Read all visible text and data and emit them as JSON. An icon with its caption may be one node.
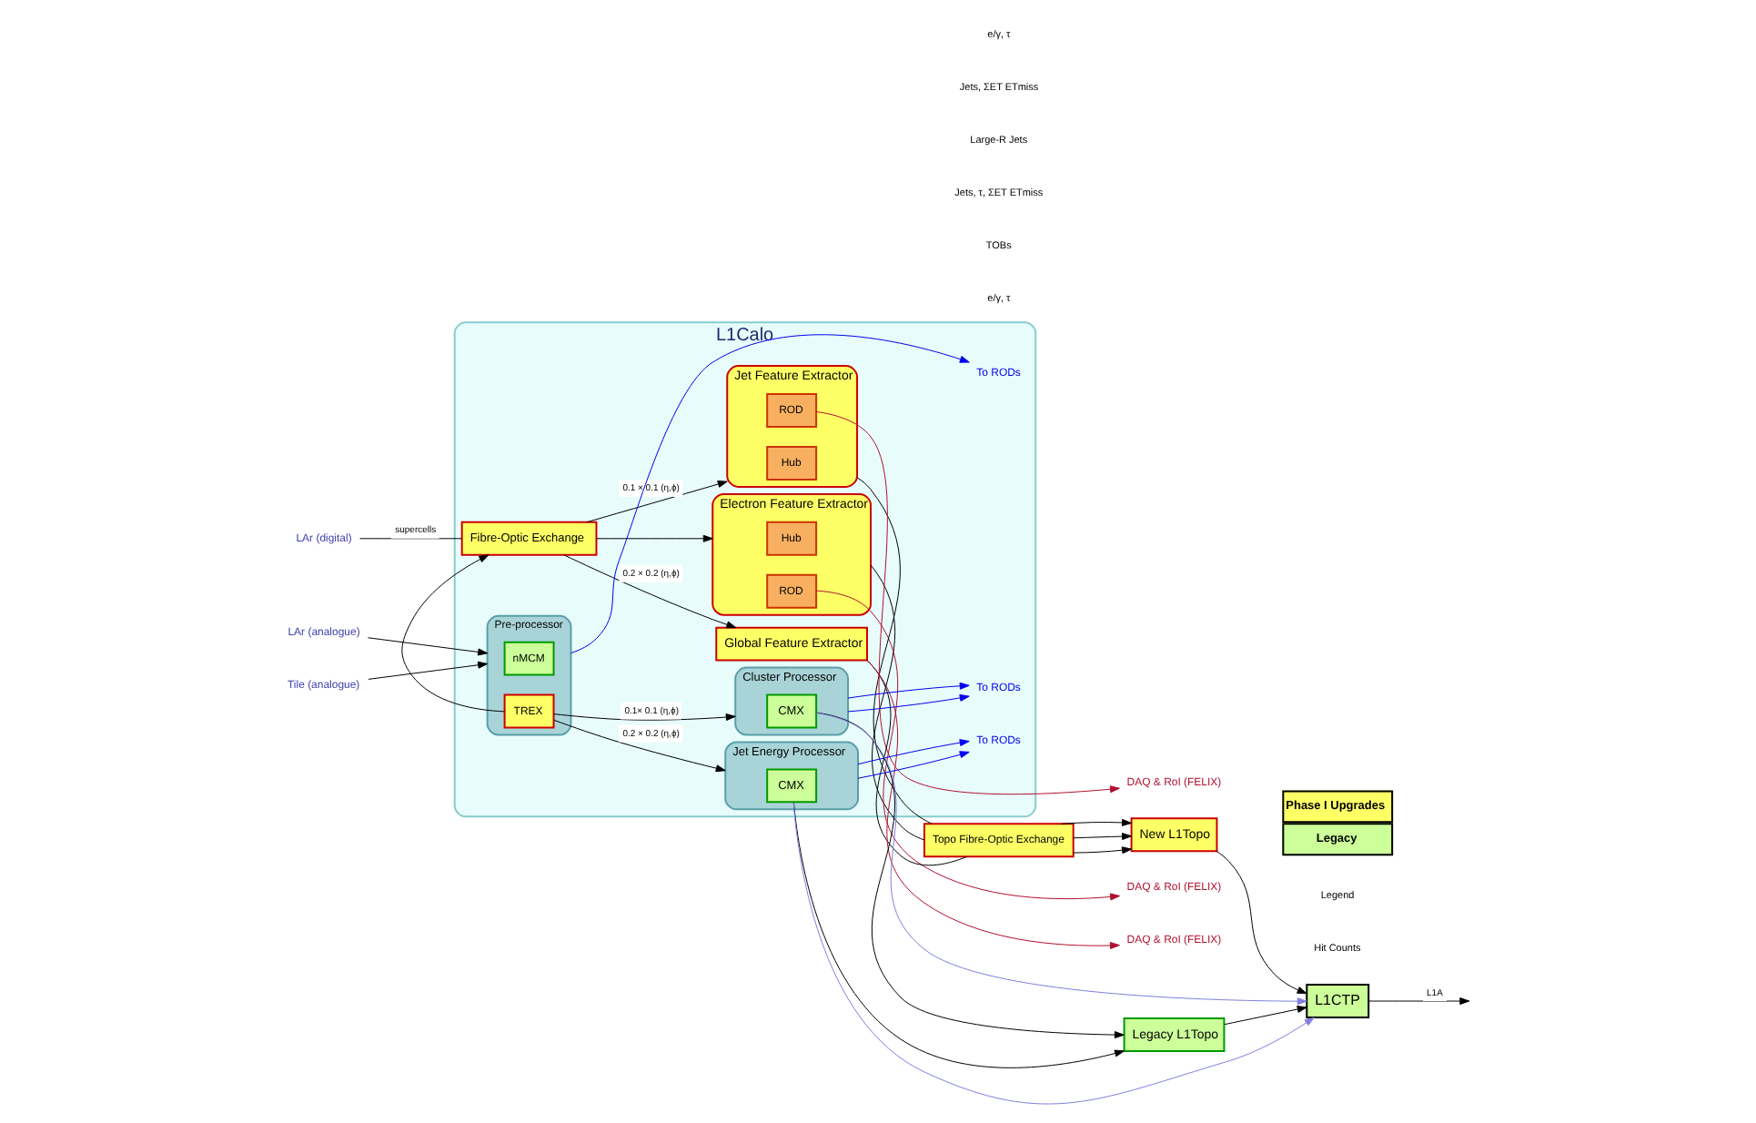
{
  "diagram": {
    "nodes": [
      {
        "text": [
          "L1Calo"
        ]
      },
      {
        "text": [
          "LAr (digital)"
        ]
      },
      {
        "text": [
          "Fibre-Optic Exchange"
        ],
        "in": 0
      },
      {
        "text": [
          "Electron Feature Extractor"
        ],
        "in": 0
      },
      {
        "text": [
          "Hub"
        ],
        "in": 3
      },
      {
        "text": [
          "ROD"
        ],
        "in": 3
      },
      {
        "text": [
          "Jet Feature Extractor"
        ],
        "in": 0
      },
      {
        "text": [
          "Hub"
        ],
        "in": 6
      },
      {
        "text": [
          "ROD"
        ],
        "in": 6
      },
      {
        "text": [
          "Global Feature Extractor"
        ],
        "in": 0
      },
      {
        "text": [
          "Pre-processor"
        ],
        "in": 0
      },
      {
        "text": [
          "nMCM"
        ],
        "in": 10
      },
      {
        "text": [
          "TREX"
        ],
        "in": 10
      },
      {
        "text": [
          "Jet Energy Processor"
        ],
        "in": 0
      },
      {
        "text": [
          "CMX"
        ],
        "in": 13
      },
      {
        "text": [
          "Cluster Processor"
        ],
        "in": 0
      },
      {
        "text": [
          "CMX"
        ],
        "in": 15
      },
      {
        "text": [
          "Topo Fibre-Optic Exchange"
        ]
      },
      {
        "text": [
          "New L1Topo"
        ]
      },
      {
        "text": [
          "Legacy L1Topo"
        ]
      },
      {
        "text": [
          "L1CTP"
        ]
      },
      {
        "text": [
          "DAQ & RoI (FELIX)"
        ]
      },
      {
        "text": [
          "DAQ & RoI (FELIX)"
        ]
      },
      {
        "text": [
          "DAQ & RoI (FELIX)"
        ]
      },
      {
        "text": [
          "LAr (analogue)"
        ]
      },
      {
        "text": [
          "Tile (analogue)"
        ]
      },
      {
        "text": [
          "To RODs"
        ],
        "in": 0
      },
      {
        "text": [
          "To RODs"
        ],
        "in": 0
      },
      {
        "text": [
          "To RODs"
        ],
        "in": 0
      }
    ],
    "edges": [
      {
        "from": 1,
        "to": 2,
        "arrow": "none",
        "label": "supercells"
      },
      {
        "from": 2,
        "to": 3,
        "arrow": "to"
      },
      {
        "from": 2,
        "to": 6,
        "arrow": "to",
        "label": "0.1 × 0.1 (η,ϕ)"
      },
      {
        "from": 2,
        "to": 9,
        "arrow": "to",
        "label": "0.2 × 0.2 (η,ϕ)"
      },
      {
        "from": 12,
        "to": 2,
        "arrow": "to"
      },
      {
        "from": 24,
        "to": 10,
        "arrow": "to"
      },
      {
        "from": 25,
        "to": 10,
        "arrow": "to"
      },
      {
        "from": 10,
        "to": 26,
        "arrow": "to",
        "color": "#0000ee"
      },
      {
        "from": 12,
        "to": 13,
        "arrow": "to",
        "label": "0.2 × 0.2 (η,ϕ)"
      },
      {
        "from": 12,
        "to": 15,
        "arrow": "to",
        "label": "0.1× 0.1 (η,ϕ)"
      },
      {
        "from": 13,
        "to": 27,
        "arrow": "to",
        "color": "#0000ee"
      },
      {
        "from": 13,
        "to": 27,
        "arrow": "to",
        "color": "#0000ee"
      },
      {
        "from": 15,
        "to": 28,
        "arrow": "to",
        "color": "#0000ee"
      },
      {
        "from": 15,
        "to": 28,
        "arrow": "to",
        "color": "#0000ee"
      },
      {
        "from": 3,
        "to": 17,
        "arrow": "none"
      },
      {
        "from": 6,
        "to": 17,
        "arrow": "none"
      },
      {
        "from": 9,
        "to": 17,
        "arrow": "none"
      },
      {
        "from": 17,
        "to": 18,
        "arrow": "to"
      },
      {
        "from": 17,
        "to": 18,
        "arrow": "to"
      },
      {
        "from": 17,
        "to": 18,
        "arrow": "to"
      },
      {
        "from": 14,
        "to": 19,
        "arrow": "to"
      },
      {
        "from": 16,
        "to": 19,
        "arrow": "to"
      },
      {
        "from": 18,
        "to": 20,
        "arrow": "to"
      },
      {
        "from": 19,
        "to": 20,
        "arrow": "to"
      },
      {
        "from": 14,
        "to": 20,
        "arrow": "to",
        "color": "#8080e0"
      },
      {
        "from": 16,
        "to": 20,
        "arrow": "to",
        "color": "#8080e0"
      },
      {
        "from": 20,
        "to": null,
        "arrow": "to",
        "label": "L1A"
      },
      {
        "from": 5,
        "to": 21,
        "arrow": "to",
        "color": "#b01030"
      },
      {
        "from": 8,
        "to": 22,
        "arrow": "to",
        "color": "#b01030"
      },
      {
        "from": 9,
        "to": 23,
        "arrow": "to",
        "color": "#b01030"
      }
    ],
    "labels": [
      "e/γ, τ",
      "TOBs",
      "Jets, τ, ΣET ETmiss",
      "Large-R Jets",
      "Jets, ΣET ETmiss",
      "e/γ, τ",
      "Hit Counts",
      "Legend"
    ],
    "legend": [
      {
        "text": "Phase I Upgrades",
        "color": "#ffff66"
      },
      {
        "text": "Legacy",
        "color": "#ccff99"
      }
    ]
  }
}
